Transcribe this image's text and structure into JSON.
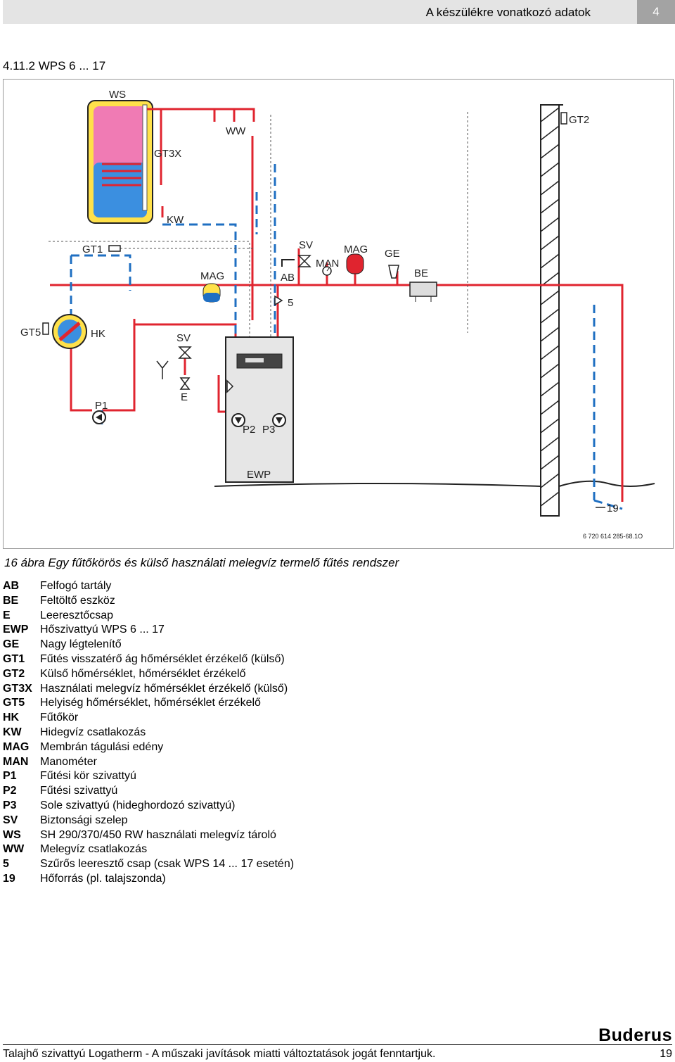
{
  "header": {
    "title": "A készülékre vonatkozó adatok",
    "page_number": "4"
  },
  "section_title": "4.11.2  WPS 6 ... 17",
  "diagram": {
    "labels": {
      "ws": "WS",
      "ww": "WW",
      "gt2": "GT2",
      "gt3x": "GT3X",
      "kw": "KW",
      "gt1": "GT1",
      "mag_left": "MAG",
      "sv_top": "SV",
      "man": "MAN",
      "mag_right": "MAG",
      "ge": "GE",
      "ab": "AB",
      "be": "BE",
      "five": "5",
      "gt5": "GT5",
      "hk": "HK",
      "sv_mid": "SV",
      "p1": "P1",
      "e": "E",
      "p2": "P2",
      "p3": "P3",
      "ewp": "EWP",
      "nineteen": "19"
    },
    "figure_id": "6 720 614 285-68.1O"
  },
  "caption": "16 ábra Egy fűtőkörös és külső használati melegvíz termelő fűtés rendszer",
  "legend": [
    {
      "key": "AB",
      "text": "Felfogó tartály"
    },
    {
      "key": "BE",
      "text": "Feltöltő eszköz"
    },
    {
      "key": "E",
      "text": "Leeresztőcsap"
    },
    {
      "key": "EWP",
      "text": "Hőszivattyú WPS 6 ... 17"
    },
    {
      "key": "GE",
      "text": "Nagy légtelenítő"
    },
    {
      "key": "GT1",
      "text": "Fűtés visszatérő ág hőmérséklet érzékelő (külső)"
    },
    {
      "key": "GT2",
      "text": "Külső hőmérséklet, hőmérséklet érzékelő"
    },
    {
      "key": "GT3X",
      "text": "Használati melegvíz hőmérséklet érzékelő (külső)"
    },
    {
      "key": "GT5",
      "text": "Helyiség hőmérséklet, hőmérséklet érzékelő"
    },
    {
      "key": "HK",
      "text": "Fűtőkör"
    },
    {
      "key": "KW",
      "text": "Hidegvíz csatlakozás"
    },
    {
      "key": "MAG",
      "text": "Membrán tágulási edény"
    },
    {
      "key": "MAN",
      "text": "Manométer"
    },
    {
      "key": "P1",
      "text": "Fűtési kör szivattyú"
    },
    {
      "key": "P2",
      "text": "Fűtési szivattyú"
    },
    {
      "key": "P3",
      "text": "Sole szivattyú (hideghordozó szivattyú)"
    },
    {
      "key": "SV",
      "text": "Biztonsági szelep"
    },
    {
      "key": "WS",
      "text": "SH 290/370/450 RW használati melegvíz tároló"
    },
    {
      "key": "WW",
      "text": "Melegvíz csatlakozás"
    },
    {
      "key": "5",
      "text": "Szűrős leeresztő csap (csak WPS 14 ... 17 esetén)"
    },
    {
      "key": "19",
      "text": "Hőforrás (pl. talajszonda)"
    }
  ],
  "footer": {
    "text": "Talajhő szivattyú Logatherm - A műszaki javítások miatti változtatások jogát fenntartjuk.",
    "page": "19",
    "logo": "Buderus"
  },
  "colors": {
    "pipe_red": "#e0242f",
    "pipe_blue": "#1f6fc2",
    "tank_yellow": "#ffe14a",
    "tank_pink": "#f07bb4",
    "tank_blue": "#3b8fe0"
  }
}
